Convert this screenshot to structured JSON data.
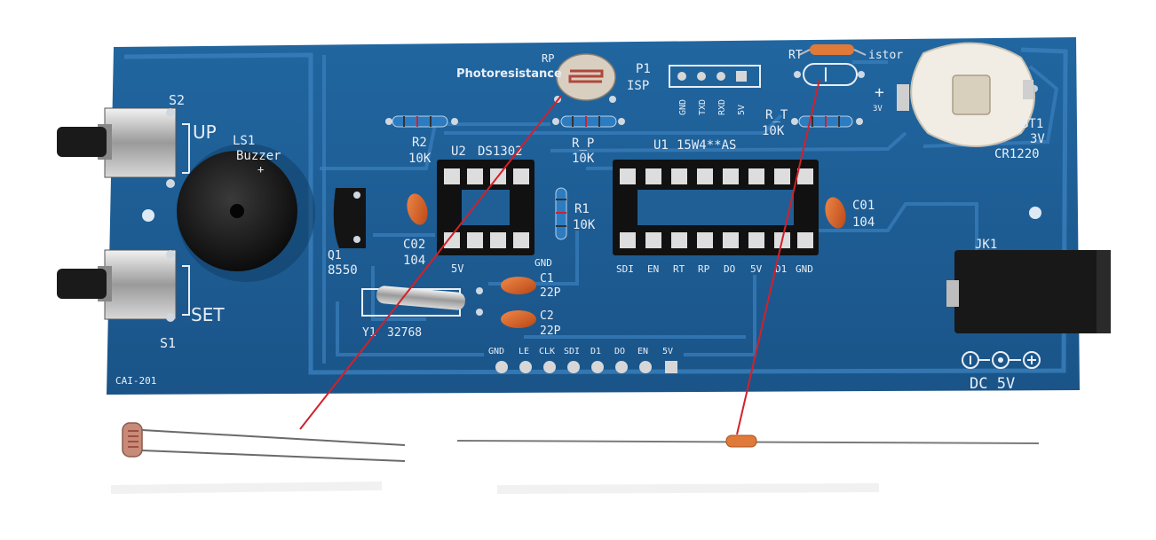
{
  "board": {
    "model": "CAI-201",
    "colors": {
      "pcb": "#1f5f96",
      "pcb_dark": "#17507f",
      "trace": "#3d86c4",
      "silk": "#e8eef6",
      "pointer": "#d4202a"
    }
  },
  "labels": {
    "s2": "S2",
    "up": "UP",
    "s1": "S1",
    "set": "SET",
    "ls1": "LS1",
    "buzzer": "Buzzer",
    "rp": "RP",
    "photo": "Photoresistance",
    "p1": "P1",
    "isp": "ISP",
    "isp_pins": [
      "GND",
      "TXD",
      "RXD",
      "5V"
    ],
    "rt": "RT",
    "thermistor": "istor",
    "r2": "R2",
    "r2_val": "10K",
    "r_p": "R_P",
    "r_p_val": "10K",
    "r_t": "R_T",
    "r_t_val": "10K",
    "u2": "U2",
    "u2_chip": "DS1302",
    "u1": "U1",
    "u1_chip": "15W4**AS",
    "r1": "R1",
    "r1_val": "10K",
    "c02": "C02",
    "c02_val": "104",
    "c01": "C01",
    "c01_val": "104",
    "q1": "Q1",
    "q1_val": "8550",
    "c1": "C1",
    "c1_val": "22P",
    "c2": "C2",
    "c2_val": "22P",
    "y1": "Y1",
    "y1_val": "32768",
    "u2_left": "5V",
    "u2_right": "GND",
    "u1_pins": [
      "SDI",
      "EN",
      "RT",
      "RP",
      "DO",
      "5V",
      "D1",
      "GND"
    ],
    "header_pins": [
      "GND",
      "LE",
      "CLK",
      "SDI",
      "D1",
      "DO",
      "EN",
      "5V"
    ],
    "bt1": "BT1",
    "bt1_v": "3V",
    "bt1_type": "CR1220",
    "bt_plus": "+",
    "bt_3v": "3V",
    "jk1": "JK1",
    "dc": "DC 5V"
  }
}
